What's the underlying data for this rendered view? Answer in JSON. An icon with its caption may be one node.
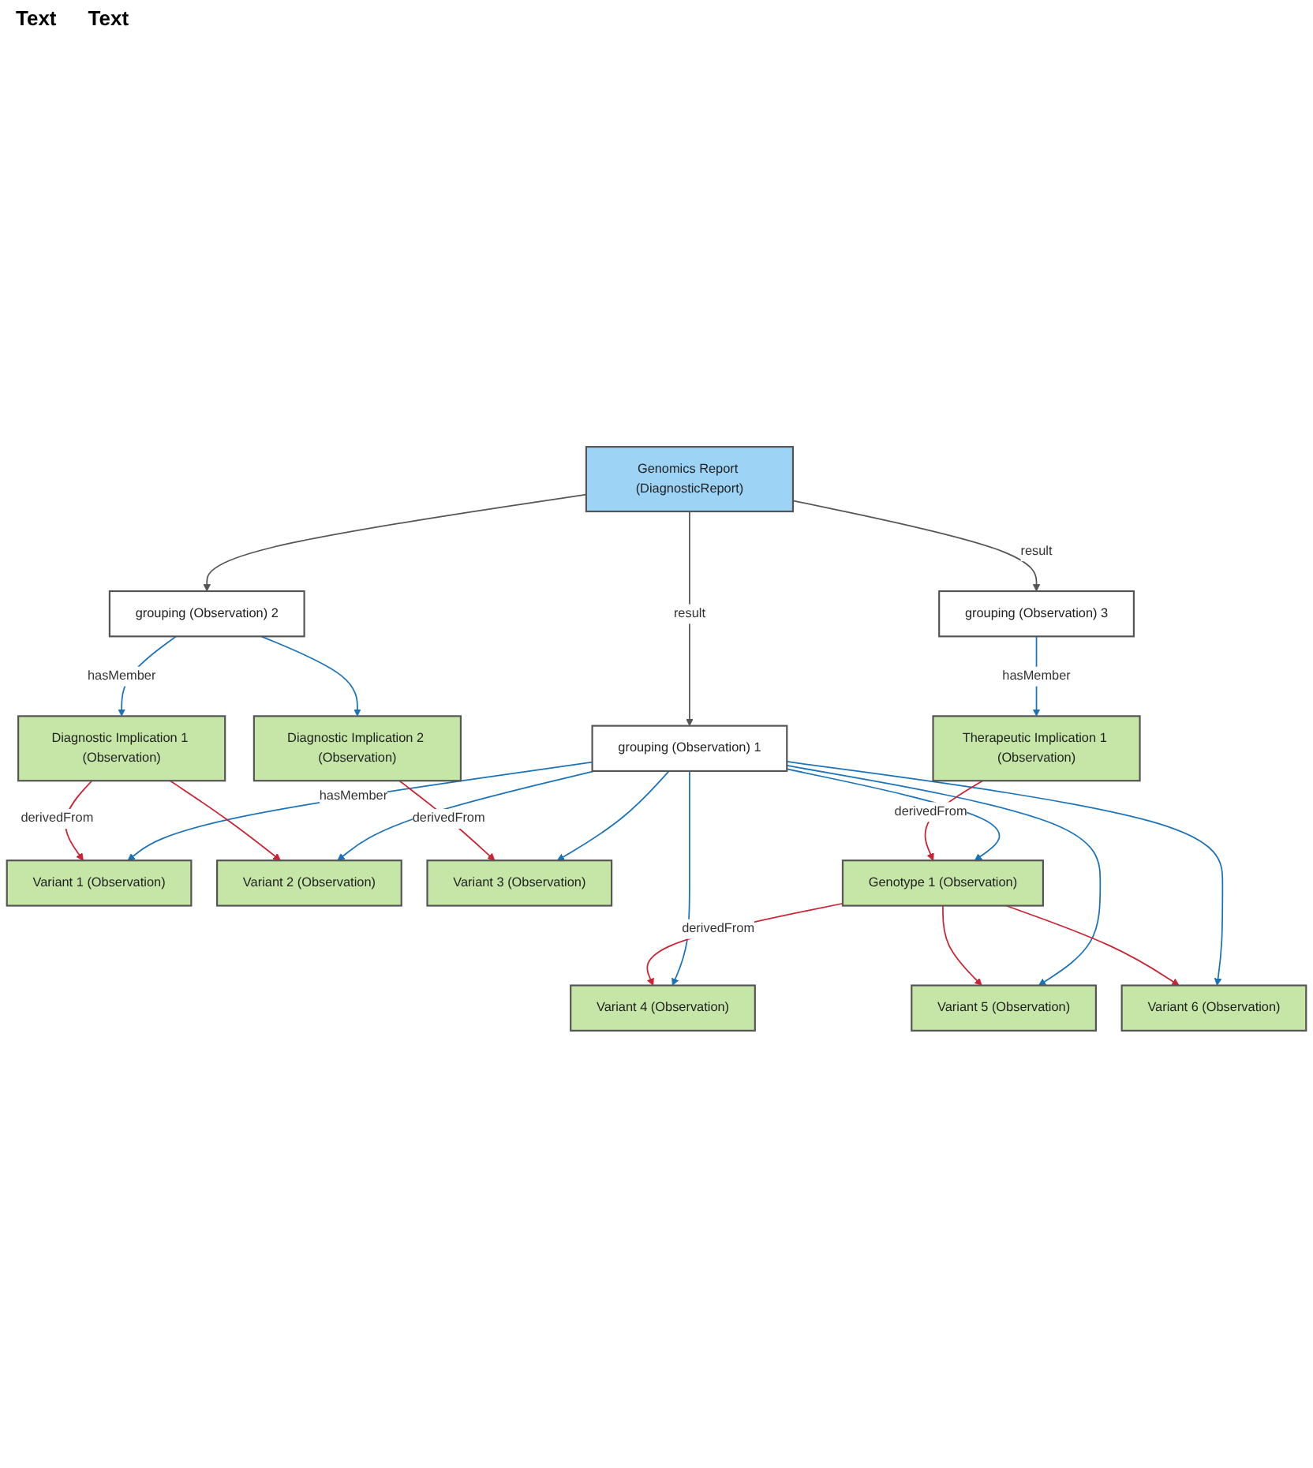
{
  "diagram": {
    "nodes": [
      {
        "text": [
          "Genomics Report (DiagnosticReport)"
        ]
      },
      {
        "text": [
          "grouping (Observation) 1"
        ]
      },
      {
        "text": [
          "grouping (Observation) 2"
        ]
      },
      {
        "text": [
          "grouping (Observation) 3"
        ]
      },
      {
        "text": [
          "Variant 1 (Observation)"
        ]
      },
      {
        "text": [
          "Diagnostic Implication 1 (Observation)"
        ]
      },
      {
        "text": [
          "Therapeutic Implication 1 (Observation)"
        ]
      },
      {
        "text": [
          "Variant 2 (Observation)"
        ]
      },
      {
        "text": [
          "Diagnostic Implication 2 (Observation)"
        ]
      },
      {
        "text": [
          "Variant 3 (Observation)"
        ]
      },
      {
        "text": [
          "Variant 4 (Observation)"
        ]
      },
      {
        "text": [
          "Variant 5 (Observation)"
        ]
      },
      {
        "text": [
          "Variant 6 (Observation)"
        ]
      },
      {
        "text": [
          "Genotype 1 (Observation)"
        ]
      }
    ],
    "edges": [
      {
        "from": 0,
        "to": 1,
        "arrow": "to",
        "label": "result",
        "color": "#555555"
      },
      {
        "from": 0,
        "to": 2,
        "arrow": "to",
        "color": "#555555"
      },
      {
        "from": 0,
        "to": 3,
        "arrow": "to",
        "label": "result",
        "color": "#555555"
      },
      {
        "from": 1,
        "to": 4,
        "arrow": "to",
        "label": "hasMember",
        "color": "#1a73b8"
      },
      {
        "from": 1,
        "to": 7,
        "arrow": "to",
        "color": "#1a73b8"
      },
      {
        "from": 1,
        "to": 9,
        "arrow": "to",
        "color": "#1a73b8"
      },
      {
        "from": 1,
        "to": 10,
        "arrow": "to",
        "color": "#1a73b8"
      },
      {
        "from": 1,
        "to": 11,
        "arrow": "to",
        "color": "#1a73b8"
      },
      {
        "from": 1,
        "to": 12,
        "arrow": "to",
        "color": "#1a73b8"
      },
      {
        "from": 1,
        "to": 13,
        "arrow": "to",
        "color": "#1a73b8"
      },
      {
        "from": 2,
        "to": 5,
        "arrow": "to",
        "label": "hasMember",
        "color": "#1a73b8"
      },
      {
        "from": 2,
        "to": 8,
        "arrow": "to",
        "color": "#1a73b8"
      },
      {
        "from": 3,
        "to": 6,
        "arrow": "to",
        "label": "hasMember",
        "color": "#1a73b8"
      },
      {
        "from": 5,
        "to": 4,
        "arrow": "to",
        "label": "derivedFrom",
        "color": "#cc2233"
      },
      {
        "from": 5,
        "to": 7,
        "arrow": "to",
        "color": "#cc2233"
      },
      {
        "from": 8,
        "to": 9,
        "arrow": "to",
        "label": "derivedFrom",
        "color": "#cc2233"
      },
      {
        "from": 6,
        "to": 13,
        "arrow": "to",
        "label": "derivedFrom",
        "color": "#cc2233"
      },
      {
        "from": 13,
        "to": 10,
        "arrow": "to",
        "label": "derivedFrom",
        "color": "#cc2233"
      },
      {
        "from": 13,
        "to": 11,
        "arrow": "to",
        "color": "#cc2233"
      },
      {
        "from": 13,
        "to": 12,
        "arrow": "to",
        "color": "#cc2233"
      }
    ],
    "labels": [
      "Text",
      "Text"
    ]
  }
}
